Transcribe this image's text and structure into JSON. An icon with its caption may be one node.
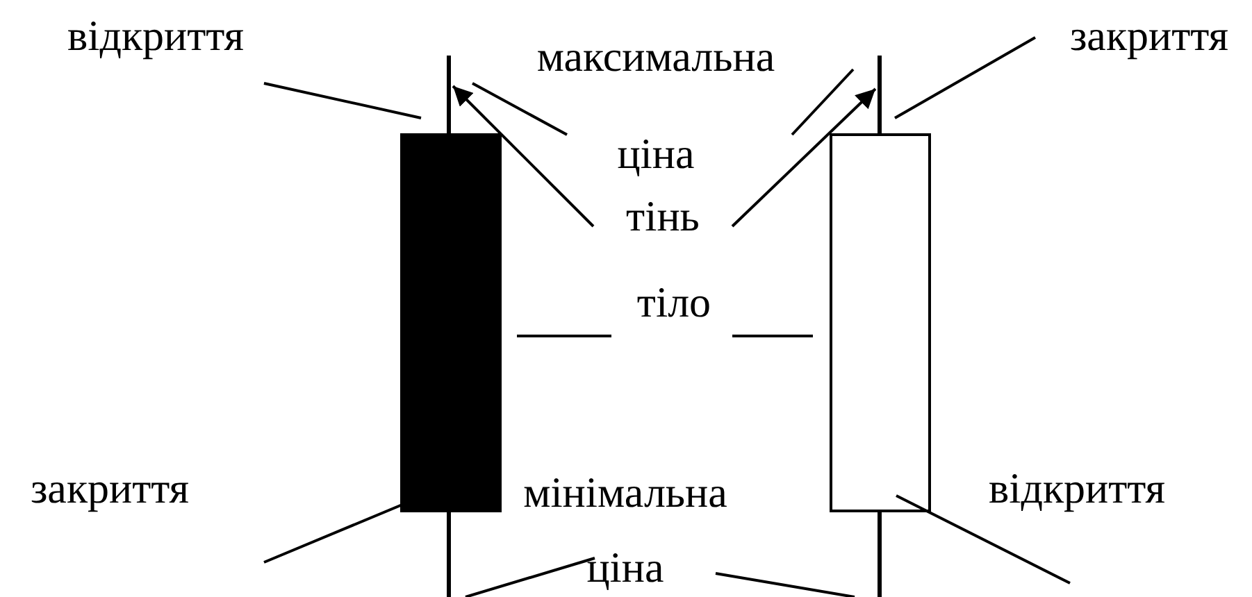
{
  "diagram": {
    "nodes": [
      {
        "text": [
          "відкриття"
        ]
      },
      {
        "text": [
          "максимальна ціна"
        ]
      },
      {
        "text": [
          "закриття"
        ]
      },
      {
        "text": [
          "тінь"
        ]
      },
      {
        "text": [
          "тіло"
        ]
      },
      {
        "text": [
          "закриття"
        ]
      },
      {
        "text": [
          "мінімальна ціна"
        ]
      },
      {
        "text": [
          "відкриття"
        ]
      },
      {
        "text": [],
        "shape": "line"
      },
      {
        "text": [],
        "shape": "box"
      },
      {
        "text": [],
        "shape": "line"
      },
      {
        "text": [],
        "shape": "box"
      },
      {
        "text": [],
        "shape": "line"
      },
      {
        "text": [],
        "shape": "line"
      }
    ],
    "edges": [
      {
        "from": 0,
        "to": 9,
        "arrow": "none"
      },
      {
        "from": 1,
        "to": 8,
        "arrow": "none"
      },
      {
        "from": 1,
        "to": 10,
        "arrow": "none"
      },
      {
        "from": 2,
        "to": 11,
        "arrow": "none"
      },
      {
        "from": 3,
        "to": 8,
        "arrow": "to"
      },
      {
        "from": 3,
        "to": 10,
        "arrow": "to"
      },
      {
        "from": 4,
        "to": 9,
        "arrow": "none"
      },
      {
        "from": 4,
        "to": 11,
        "arrow": "none"
      },
      {
        "from": 5,
        "to": 9,
        "arrow": "none"
      },
      {
        "from": 7,
        "to": 11,
        "arrow": "none"
      },
      {
        "from": 6,
        "to": 12,
        "arrow": "none"
      },
      {
        "from": 6,
        "to": 13,
        "arrow": "none"
      }
    ]
  }
}
